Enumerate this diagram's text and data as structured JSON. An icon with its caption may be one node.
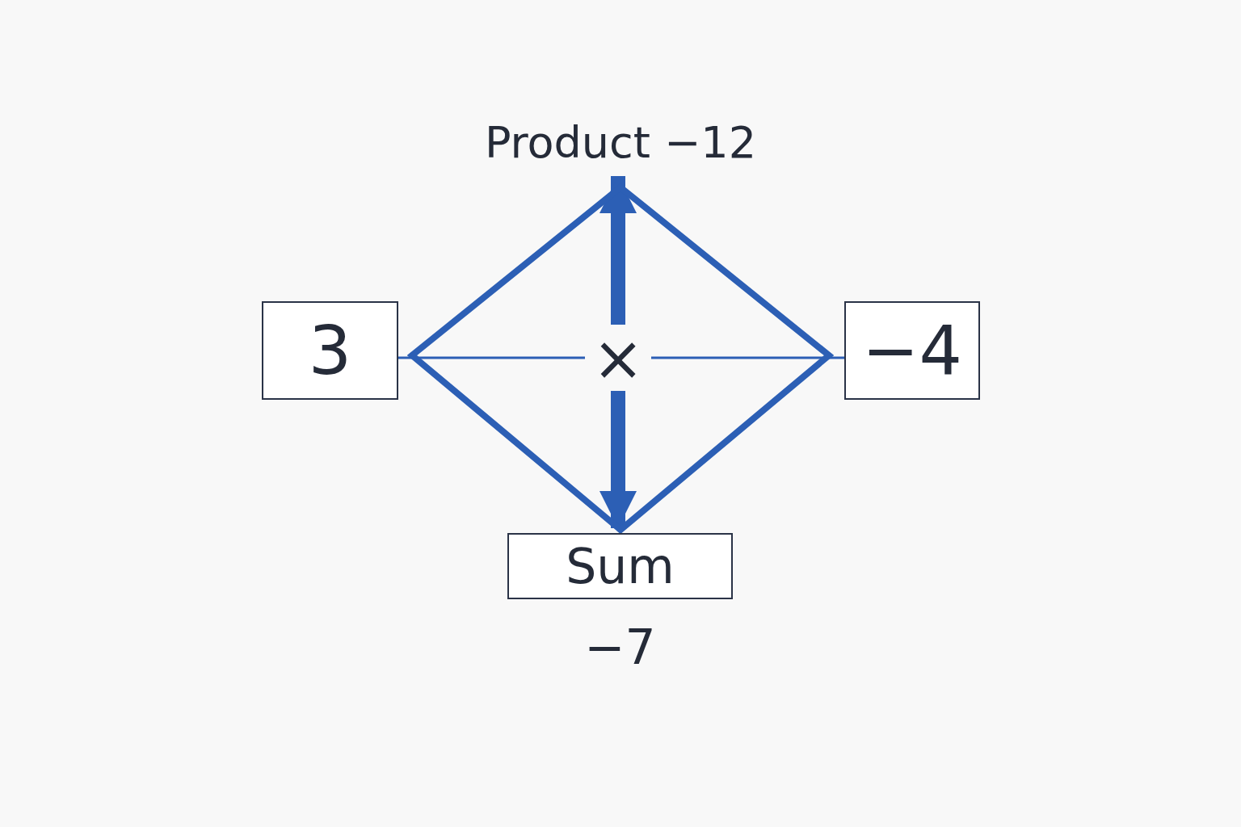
{
  "diagram": {
    "nodes": [
      {
        "text": [
          "Product −12"
        ]
      },
      {
        "text": [],
        "shape": "diamond"
      },
      {
        "text": [
          "×"
        ],
        "in": 1
      },
      {
        "text": [
          "3"
        ]
      },
      {
        "text": [
          "−4"
        ]
      },
      {
        "text": [
          "Sum"
        ],
        "beside": [
          "−7"
        ]
      }
    ],
    "edges": [
      {
        "from": 2,
        "to": 0,
        "arrow": "to",
        "style": "thick"
      },
      {
        "from": 2,
        "to": 5,
        "arrow": "to",
        "style": "thick"
      },
      {
        "from": 2,
        "to": 3,
        "arrow": "none"
      },
      {
        "from": 2,
        "to": 4,
        "arrow": "none"
      }
    ]
  }
}
